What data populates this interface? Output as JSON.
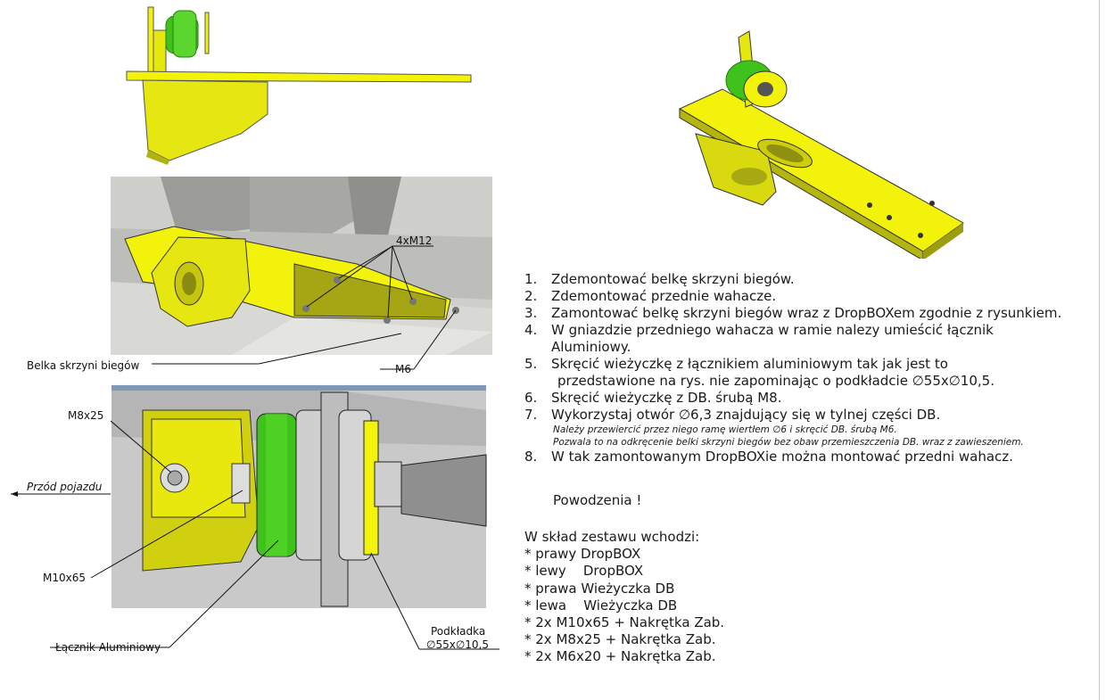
{
  "labels": {
    "belka_bolts": "4xM12",
    "belka": "Belka skrzyni biegów",
    "m6": "M6",
    "m8x25": "M8x25",
    "front": "Przód pojazdu",
    "m10x65": "M10x65",
    "lacznik": "Łącznik Aluminiowy",
    "podkladka_1": "Podkładka",
    "podkladka_2": "∅55x∅10,5"
  },
  "instructions": [
    {
      "num": "1.",
      "text": "Zdemontować belkę skrzyni biegów."
    },
    {
      "num": "2.",
      "text": "Zdemontować przednie wahacze."
    },
    {
      "num": "3.",
      "text": "Zamontować belkę skrzyni biegów wraz z DropBOXem zgodnie z rysunkiem."
    },
    {
      "num": "4.",
      "text": "W gniazdzie przedniego wahacza w ramie nalezy umieścić łącznik",
      "cont": "Aluminiowy."
    },
    {
      "num": "5.",
      "text": "Skręcić wieżyczkę z łącznikiem aluminiowym tak jak jest to",
      "cont": "przedstawione na rys. nie zapominając o podkładcie ∅55x∅10,5."
    },
    {
      "num": "6.",
      "text": "Skręcić wieżyczkę z DB. śrubą M8."
    },
    {
      "num": "7.",
      "text": "Wykorzystaj  otwór ∅6,3 znajdujący się w tylnej części DB.",
      "note1": "Należy przewiercić przez niego ramę wiertłem ∅6 i skręcić DB. śrubą M6.",
      "note2": "Pozwala to na odkręcenie belki skrzyni biegów bez obaw przemieszczenia DB. wraz z zawieszeniem."
    },
    {
      "num": "8.",
      "text": "W tak zamontowanym DropBOXie można montować przedni wahacz."
    }
  ],
  "good_luck": "Powodzenia !",
  "kit": {
    "title": "W skład zestawu wchodzi:",
    "items": [
      "* prawy DropBOX",
      "* lewy    DropBOX",
      "* prawa Wieżyczka DB",
      "* lewa    Wieżyczka DB",
      "* 2x M10x65 + Nakrętka Zab.",
      "* 2x M8x25 + Nakrętka Zab.",
      "* 2x M6x20 + Nakrętka Zab."
    ]
  },
  "colors": {
    "part_yellow": "#f2f20a",
    "part_yellow_shade": "#a8a812",
    "bushing_green": "#3fc21b",
    "frame_gray": "#b9b9b5",
    "outline": "#222222"
  }
}
